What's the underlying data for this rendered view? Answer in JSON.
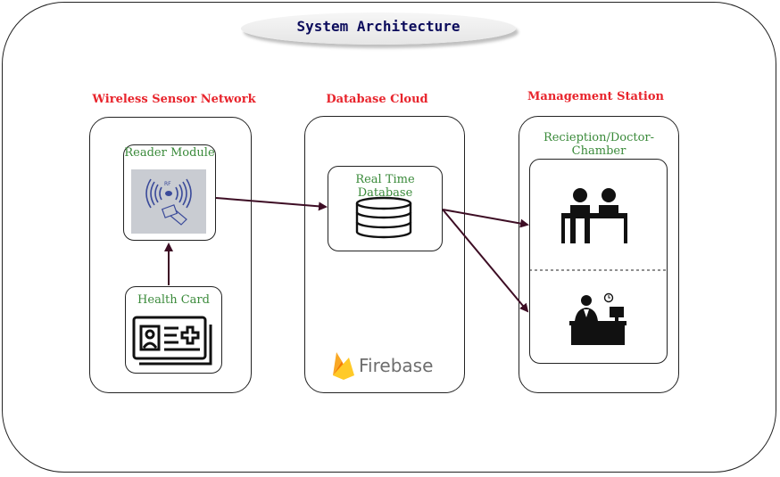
{
  "title": "System Architecture",
  "sections": {
    "wsn": {
      "title": "Wireless Sensor Network",
      "reader_label": "Reader Module",
      "card_label": "Health Card",
      "rf_tag": "RF"
    },
    "cloud": {
      "title": "Database Cloud",
      "db_label": "Real Time Database",
      "brand": "Firebase"
    },
    "station": {
      "title": "Management Station",
      "sub_label": "Recieption/Doctor-Chamber"
    }
  },
  "colors": {
    "arrow": "#3d0d24",
    "section_title": "#e8242c",
    "label": "#3a8a3a",
    "title": "#0c0c5c"
  },
  "icons": [
    "rfid-reader-icon",
    "health-card-icon",
    "database-icon",
    "firebase-flame-icon",
    "reception-people-icon",
    "doctor-desk-icon"
  ]
}
